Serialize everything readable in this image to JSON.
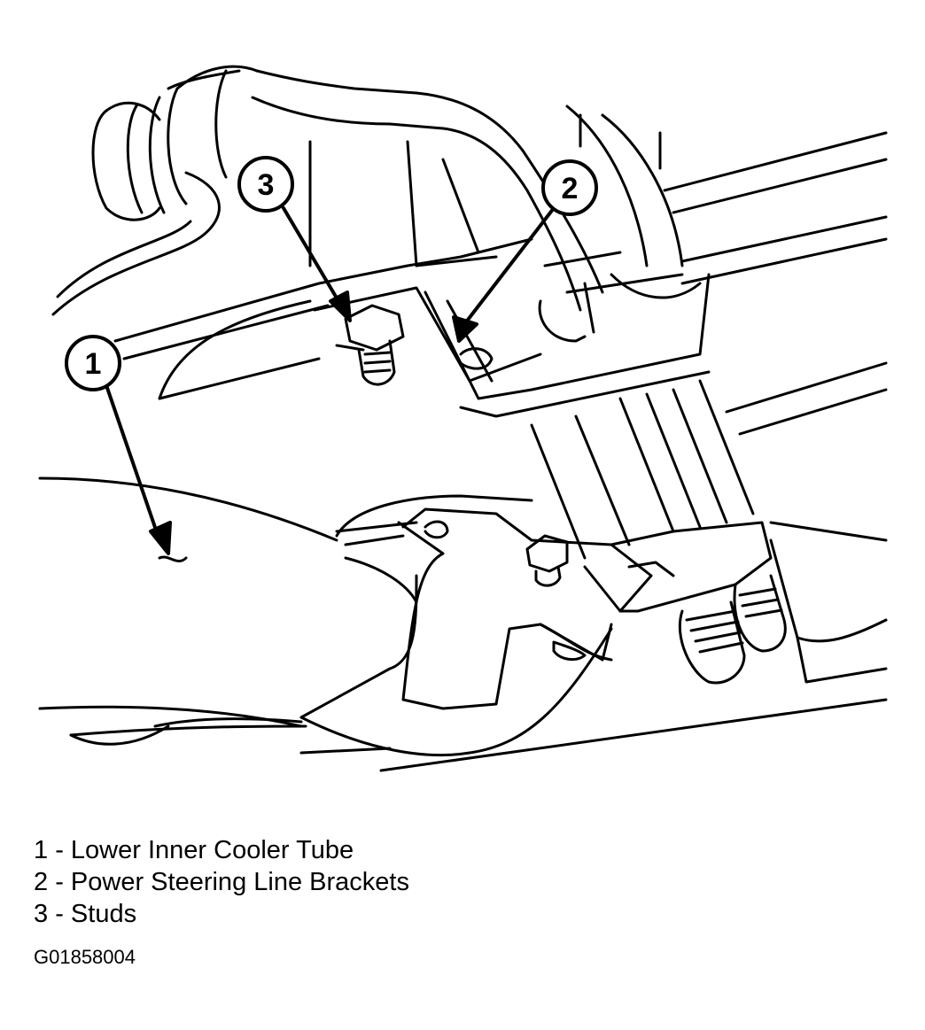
{
  "callouts": [
    {
      "number": "1"
    },
    {
      "number": "2"
    },
    {
      "number": "3"
    }
  ],
  "legend": {
    "items": [
      {
        "number": "1",
        "separator": " - ",
        "label": "Lower Inner Cooler Tube"
      },
      {
        "number": "2",
        "separator": " - ",
        "label": "Power Steering Line Brackets"
      },
      {
        "number": "3",
        "separator": " - ",
        "label": "Studs"
      }
    ]
  },
  "figure_code": "G01858004"
}
